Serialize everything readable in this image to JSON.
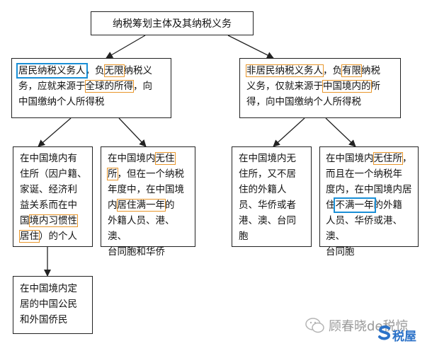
{
  "diagram": {
    "root": "纳税筹划主体及其纳税义务",
    "left": {
      "term": "居民纳税义务人",
      "pre1": "，负",
      "hl1": "无限",
      "post1": "纳税义",
      "line2_pre": "务，应就来源于",
      "hl2": "全球的所得",
      "post2": "，向",
      "line3": "中国缴纳个人所得税"
    },
    "right": {
      "term": "非居民纳税义务人",
      "pre1": "，负",
      "hl1": "有限",
      "post1": "纳税",
      "line2_pre": "义务，仅就来源于",
      "hl2": "中国境内的",
      "post2": "所",
      "line3": "得，向中国缴纳个人所得税"
    },
    "l1": {
      "line1": "在中国境内有",
      "line2": "住所（因户籍、",
      "line3": "家诞、经济利",
      "line4": "益关系而在中",
      "line5_pre": "国",
      "line5_hl": "境内习惯性",
      "line6_hl": "居住",
      "line6_post": "）的个人"
    },
    "l2": {
      "line1_pre": "在中国境内",
      "line1_hl": "无住",
      "line2_hl": "所",
      "line2_post": "，但在一个纳税",
      "line3": "年度中，在中国境",
      "line4_pre": "内",
      "line4_hl": "居住满一年",
      "line4_post": "的",
      "line5": "外籍人员、港、澳、",
      "line6": "台同胞和华侨"
    },
    "r1": {
      "line1": "在中国境内无",
      "line2": "住所，又不居",
      "line3": "住的外籍人",
      "line4": "员、华侨或者",
      "line5": "港、澳、台同",
      "line6": "胞"
    },
    "r2": {
      "line1_pre": "在中国境内",
      "line1_hl": "无住所",
      "line1_post": "，",
      "line2": "而且在一个纳税年",
      "line3": "度内，在中国境内居",
      "line4_pre": "住",
      "line4_hl": "不满一年",
      "line4_post": "的外籍",
      "line5": "人员、华侨或港、澳、",
      "line6": "台同胞"
    },
    "l1a": {
      "line1": "在中国境内定",
      "line2": "居的中国公民",
      "line3": "和外国侨民"
    }
  },
  "watermark": {
    "text": "顾春晓de税惊",
    "brand": "税屋"
  },
  "colors": {
    "blue_highlight": "#1a8fd6",
    "orange_highlight": "#e8962b",
    "line": "#222222"
  }
}
